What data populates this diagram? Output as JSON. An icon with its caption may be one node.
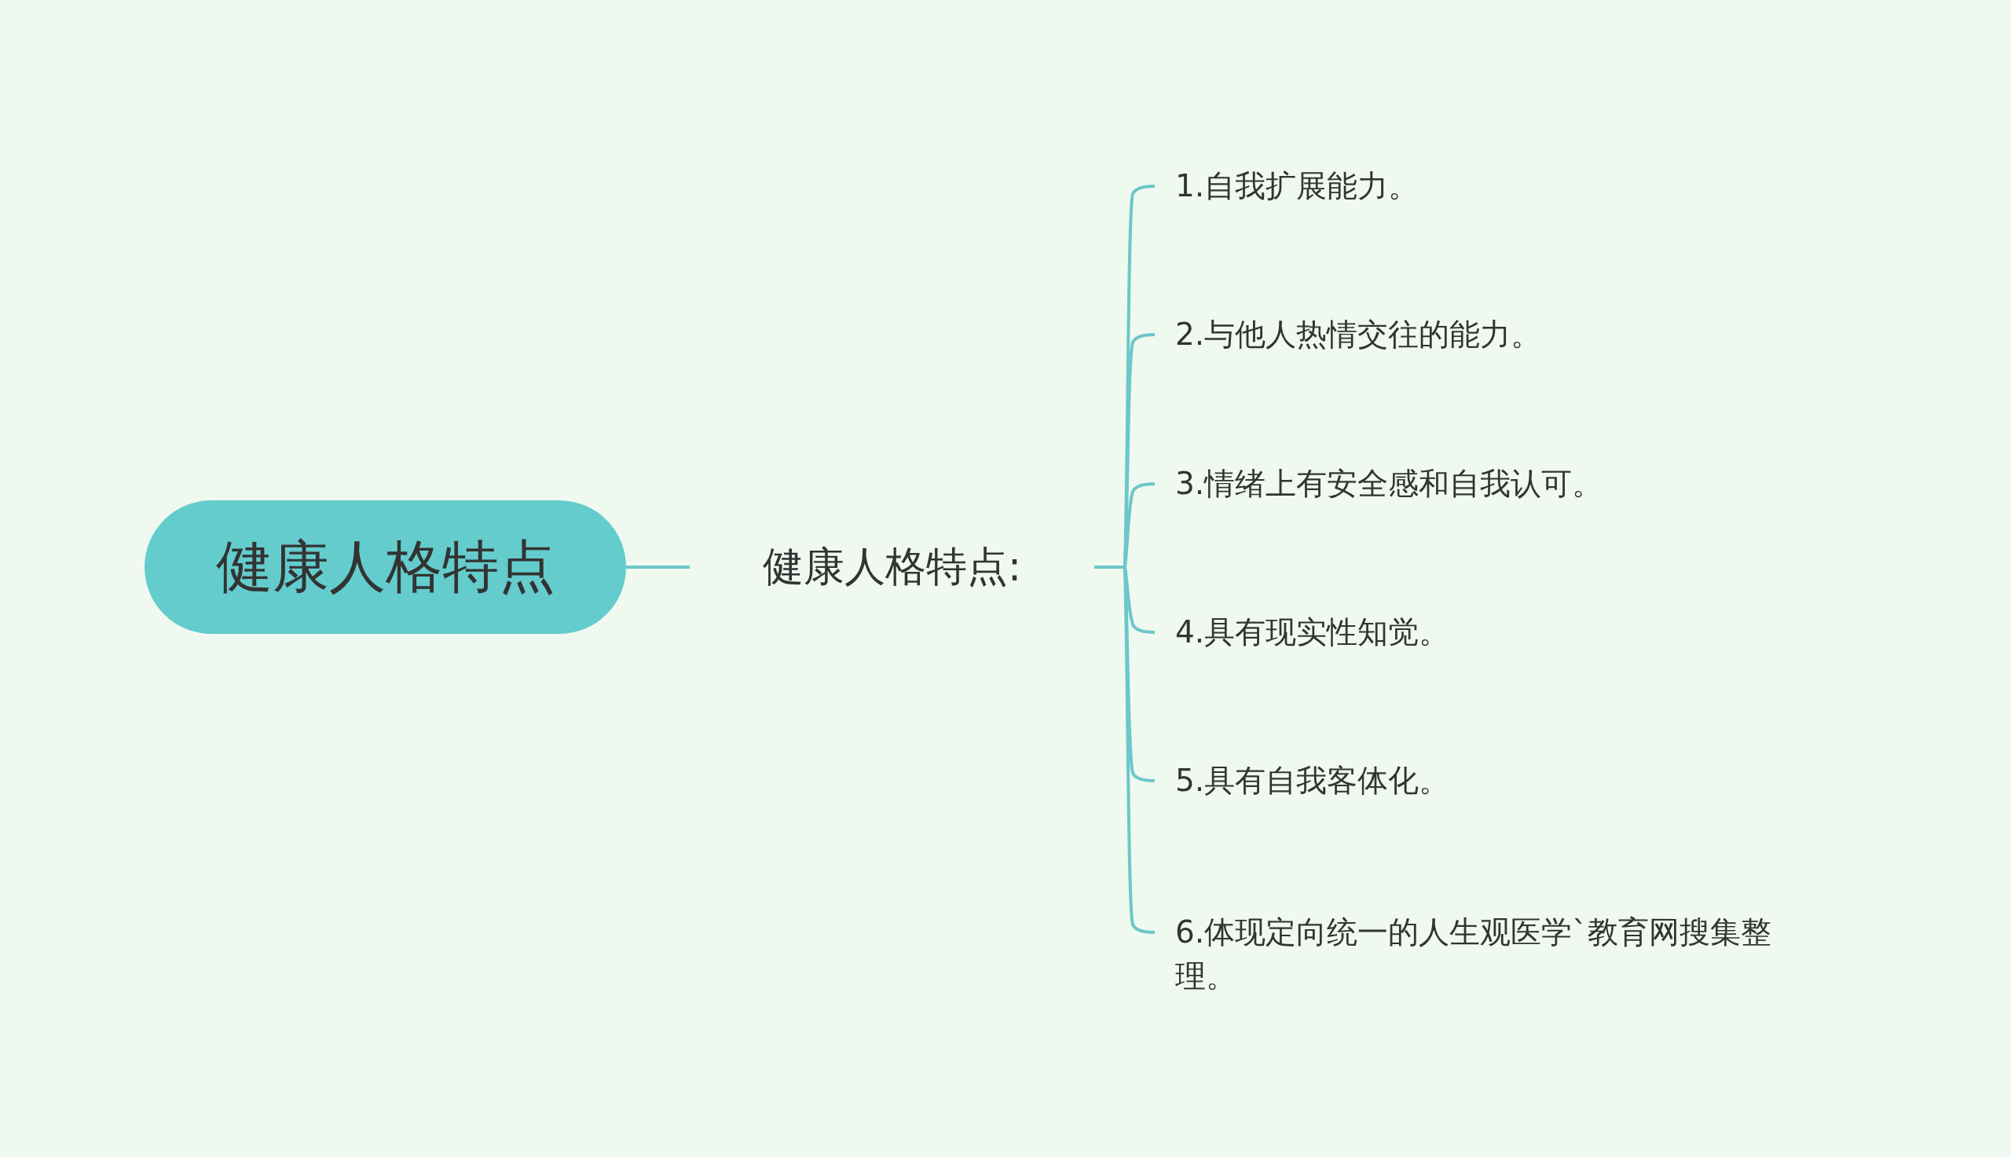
{
  "diagram": {
    "nodes": [
      {
        "text": [
          "健康人格特点"
        ]
      },
      {
        "text": [
          "健康人格特点:"
        ]
      },
      {
        "text": [
          "1.自我扩展能力。"
        ]
      },
      {
        "text": [
          "2.与他人热情交往的能力。"
        ]
      },
      {
        "text": [
          "3.情绪上有安全感和自我认可。"
        ]
      },
      {
        "text": [
          "4.具有现实性知觉。"
        ]
      },
      {
        "text": [
          "5.具有自我客体化。"
        ]
      },
      {
        "text": [
          "6.体现定向统一的人生观医学`教育网搜集整理。"
        ]
      }
    ],
    "edges": [
      {
        "from": 0,
        "to": 1,
        "arrow": "none"
      },
      {
        "from": 1,
        "to": 2,
        "arrow": "none"
      },
      {
        "from": 1,
        "to": 3,
        "arrow": "none"
      },
      {
        "from": 1,
        "to": 4,
        "arrow": "none"
      },
      {
        "from": 1,
        "to": 5,
        "arrow": "none"
      },
      {
        "from": 1,
        "to": 6,
        "arrow": "none"
      },
      {
        "from": 1,
        "to": 7,
        "arrow": "none"
      }
    ]
  }
}
